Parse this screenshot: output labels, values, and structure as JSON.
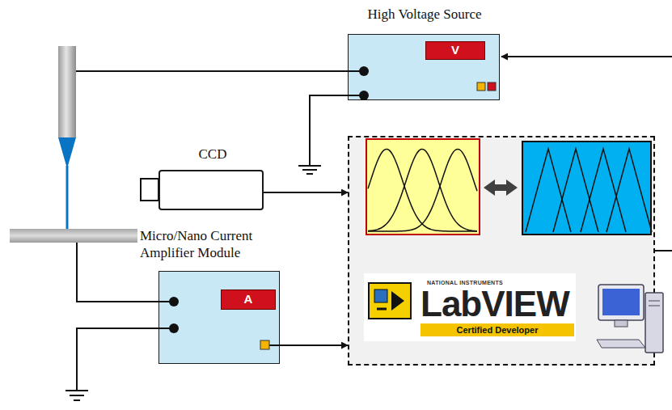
{
  "diagram": {
    "nodes": [
      {
        "text": [
          "High Voltage Source"
        ]
      },
      {
        "text": [
          "V"
        ],
        "in": 0
      },
      {
        "text": [
          "CCD"
        ]
      },
      {
        "text": [
          "NATIONAL INSTRUMENTS",
          "LabVIEW",
          "Certified Developer"
        ]
      },
      {
        "text": [
          "Micro/Nano Current Amplifier Module"
        ]
      },
      {
        "text": [
          "A"
        ],
        "in": 4
      }
    ],
    "edges": [
      {
        "from": 2,
        "to": 3,
        "arrow": "to"
      },
      {
        "from": 4,
        "to": 3,
        "arrow": "to"
      }
    ]
  }
}
